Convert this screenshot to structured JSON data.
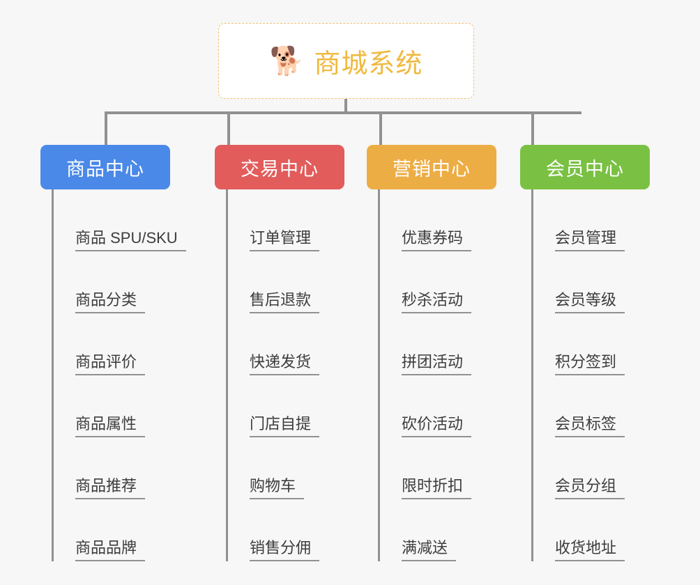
{
  "root": {
    "icon": "shiba-dog-face-icon",
    "icon_glyph": "🐕",
    "title": "商城系统",
    "title_color": "#f0b93f",
    "border_color": "#f0c070"
  },
  "canvas": {
    "background_color": "#f7f7f7",
    "connector_color": "#919191"
  },
  "columns": [
    {
      "title": "商品中心",
      "color": "#4a89e8",
      "items": [
        "商品 SPU/SKU",
        "商品分类",
        "商品评价",
        "商品属性",
        "商品推荐",
        "商品品牌"
      ]
    },
    {
      "title": "交易中心",
      "color": "#e25c5c",
      "items": [
        "订单管理",
        "售后退款",
        "快递发货",
        "门店自提",
        "购物车",
        "销售分佣"
      ]
    },
    {
      "title": "营销中心",
      "color": "#edad45",
      "items": [
        "优惠券码",
        "秒杀活动",
        "拼团活动",
        "砍价活动",
        "限时折扣",
        "满减送"
      ]
    },
    {
      "title": "会员中心",
      "color": "#7ac143",
      "items": [
        "会员管理",
        "会员等级",
        "积分签到",
        "会员标签",
        "会员分组",
        "收货地址"
      ]
    }
  ],
  "layout": {
    "column_left": [
      58,
      308,
      526,
      746
    ],
    "drop_x": [
      150,
      326,
      544,
      762
    ]
  }
}
